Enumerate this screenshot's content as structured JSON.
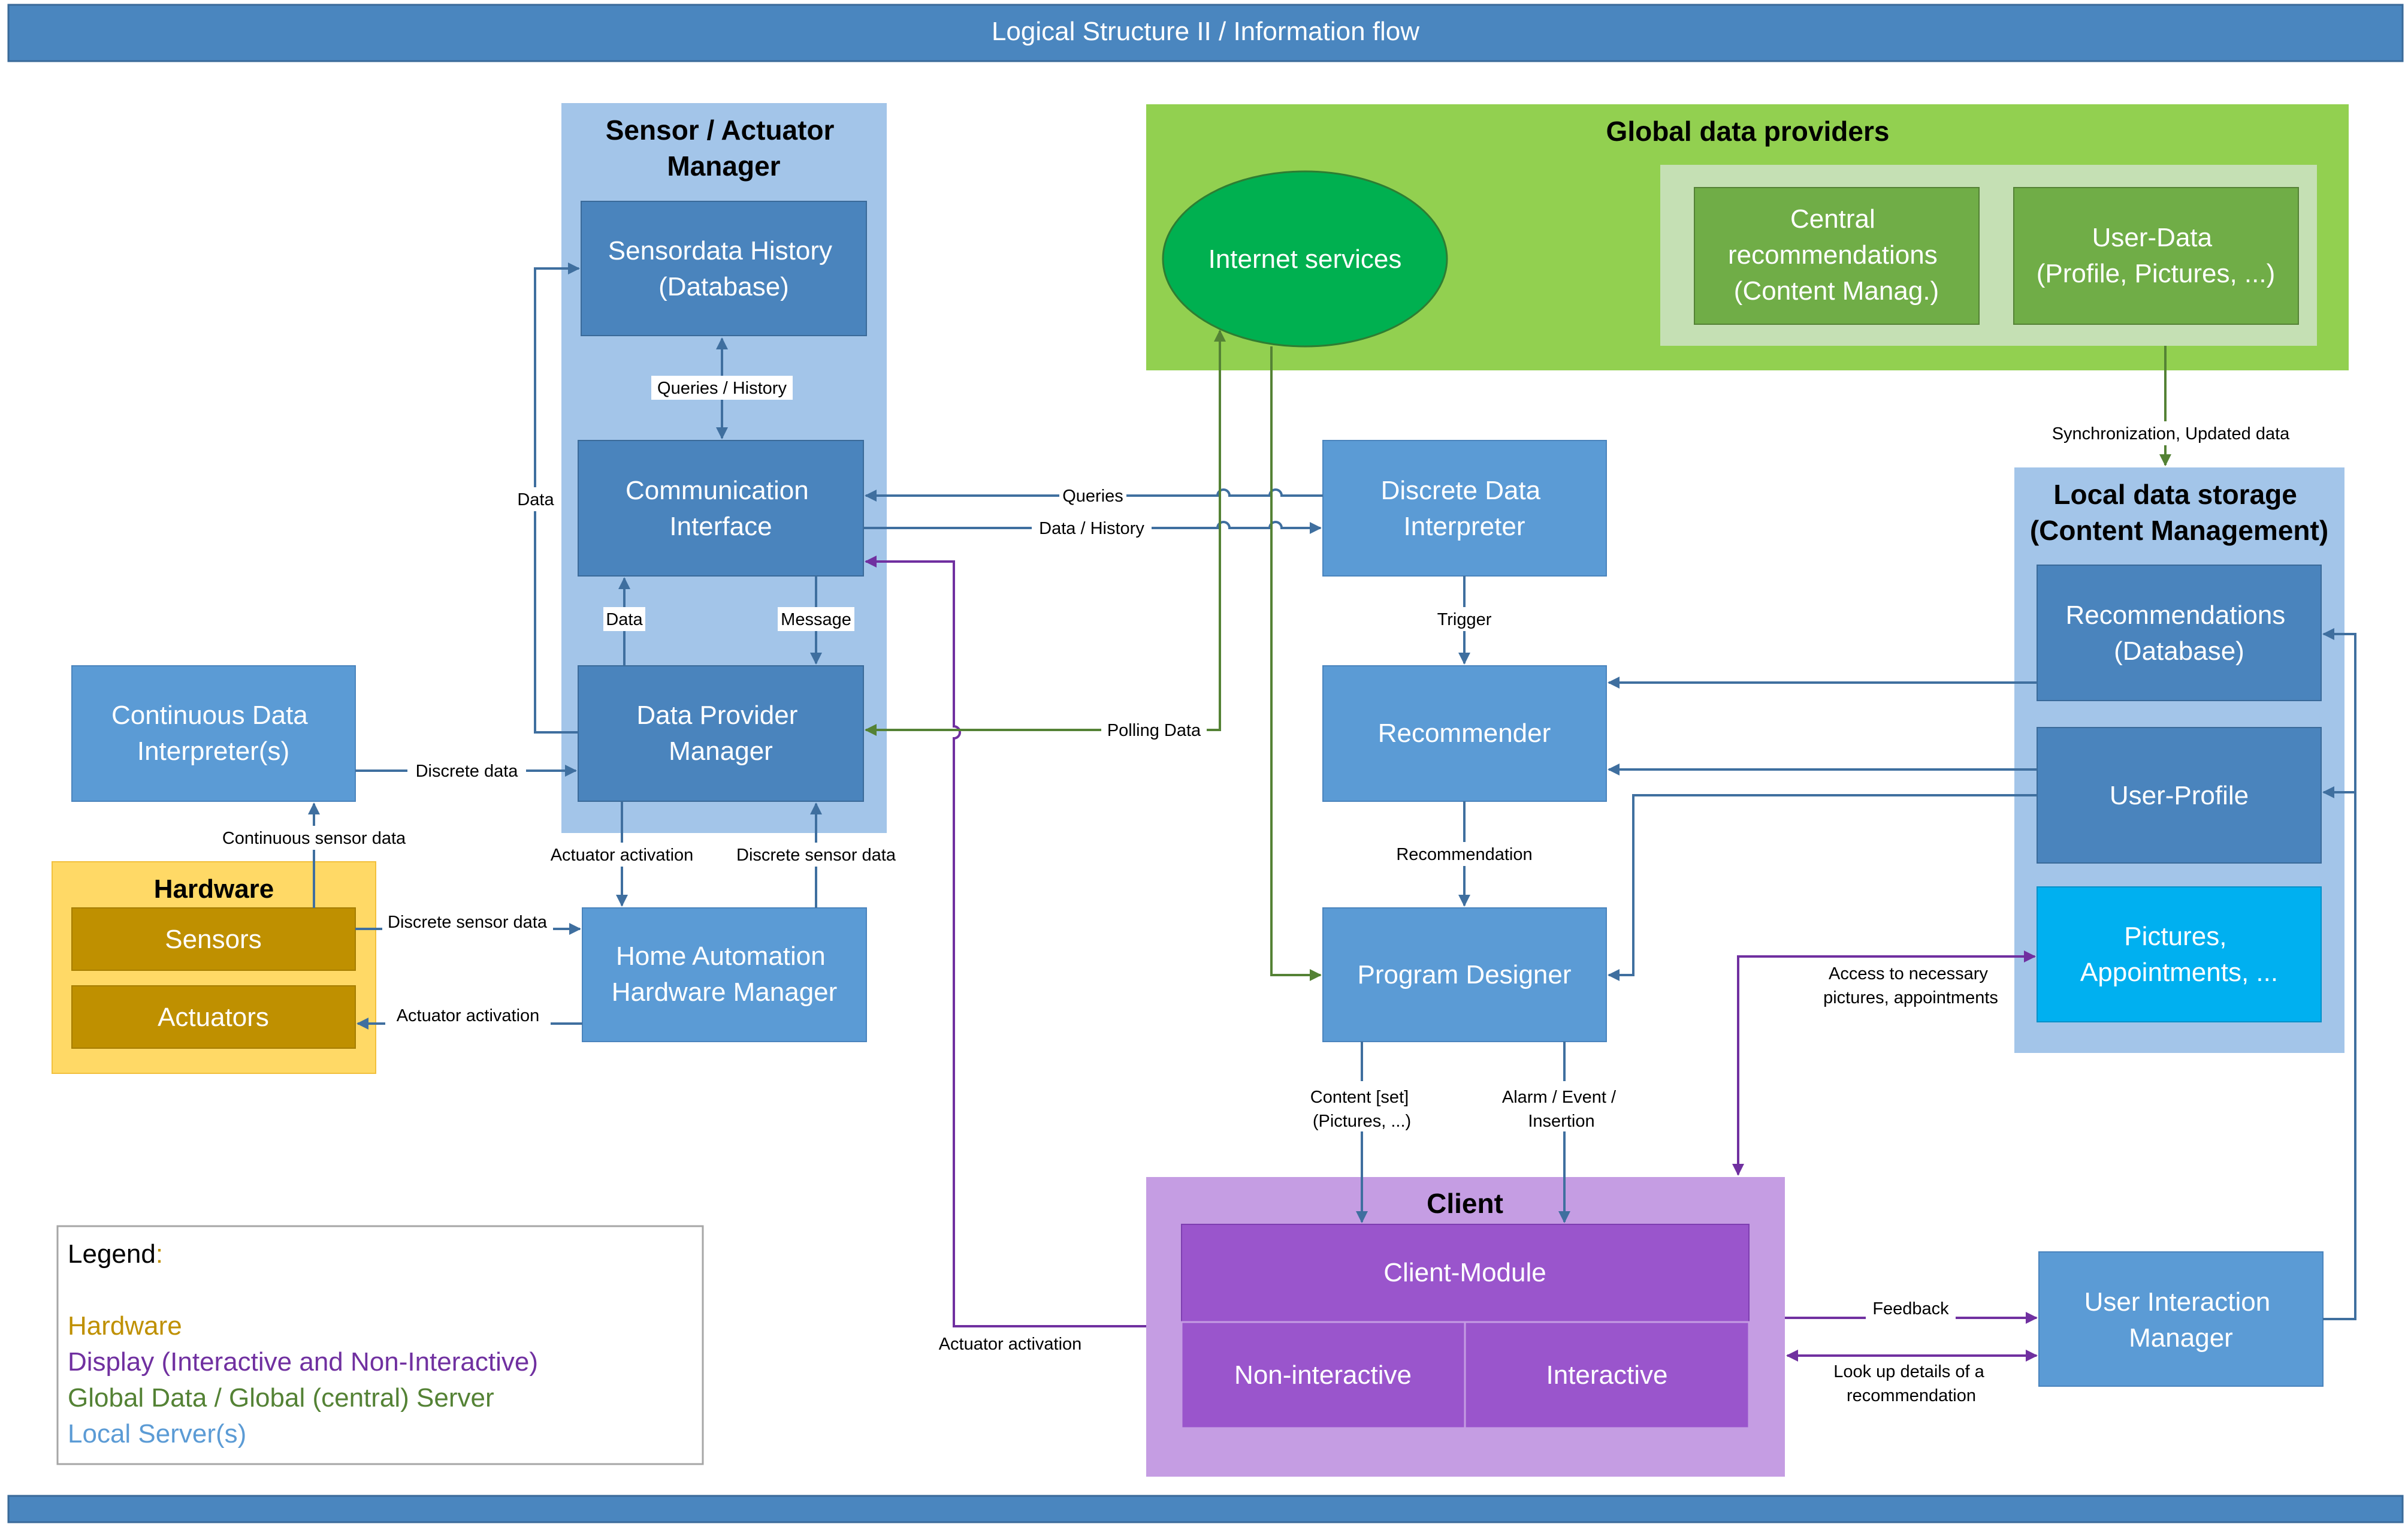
{
  "title": "Logical Structure II / Information flow",
  "colors": {
    "banner": "#4a86bf",
    "local_box": "#5b9bd5",
    "local_box_dark": "#4a84bd",
    "local_group": "#a3c5e9",
    "global_group": "#92d050",
    "global_box": "#70ad47",
    "internet": "#00b050",
    "hardware_group": "#ffd966",
    "hardware_box": "#bf9000",
    "client_group": "#c59de3",
    "client_box": "#9a55cc",
    "pictures_box": "#00b0f0",
    "arrow_local": "#3f6f9f",
    "arrow_global": "#548235",
    "arrow_display": "#7030a0"
  },
  "groups": {
    "sensor_manager": [
      "Sensor   / Actuator",
      "Manager"
    ],
    "global_providers": "Global data providers",
    "local_storage": [
      "Local data storage",
      "(Content Management)"
    ],
    "hardware": "Hardware",
    "client": "Client"
  },
  "boxes": {
    "sensordata_history": [
      "Sensordata History",
      "(Database)"
    ],
    "communication_interface": [
      "Communication",
      "Interface"
    ],
    "data_provider_manager": [
      "Data Provider",
      "Manager"
    ],
    "continuous_interpreter": [
      "Continuous Data",
      "Interpreter(s)"
    ],
    "sensors": "Sensors",
    "actuators": "Actuators",
    "home_automation": [
      "Home Automation",
      "Hardware Manager"
    ],
    "internet_services": "Internet services",
    "central_recommendations": [
      "Central",
      "recommendations",
      "(Content Manag.)"
    ],
    "user_data": [
      "User-Data",
      "(Profile, Pictures, ...)"
    ],
    "discrete_interpreter": [
      "Discrete Data",
      "Interpreter"
    ],
    "recommender": "Recommender",
    "program_designer": "Program Designer",
    "recommendations_db": [
      "Recommendations",
      "(Database)"
    ],
    "user_profile": "User-Profile",
    "pictures": [
      "Pictures,",
      "Appointments, ..."
    ],
    "client_module": "Client-Module",
    "non_interactive": "Non-interactive",
    "interactive": "Interactive",
    "user_interaction_manager": [
      "User Interaction",
      "Manager"
    ]
  },
  "labels": {
    "queries_history": "Queries / History",
    "data_left": "Data",
    "data_up": "Data",
    "message": "Message",
    "discrete_data": "Discrete data",
    "continuous_sensor_data": "Continuous sensor data",
    "actuator_activation_1": "Actuator activation",
    "discrete_sensor_data_1": "Discrete sensor data",
    "discrete_sensor_data_2": "Discrete sensor data",
    "actuator_activation_2": "Actuator activation",
    "queries": "Queries",
    "data_history": "Data / History",
    "polling_data": "Polling Data",
    "trigger": "Trigger",
    "recommendation": "Recommendation",
    "sync": "Synchronization, Updated data",
    "access": [
      "Access to necessary",
      "pictures, appointments"
    ],
    "content_set": [
      "Content [set]",
      "(Pictures, ...)"
    ],
    "alarm_event": [
      "Alarm / Event /",
      "Insertion"
    ],
    "actuator_activation_3": "Actuator activation",
    "feedback": "Feedback",
    "look_up": [
      "Look up details of a",
      "recommendation"
    ]
  },
  "legend": {
    "title": "Legend",
    "colon": ":",
    "items": [
      {
        "text": "Hardware",
        "color": "#bf9000"
      },
      {
        "text": "Display (Interactive and Non-Interactive)",
        "color": "#7030a0"
      },
      {
        "text": "Global Data / Global (central) Server",
        "color": "#548235"
      },
      {
        "text": "Local Server(s)",
        "color": "#5b9bd5"
      }
    ]
  }
}
